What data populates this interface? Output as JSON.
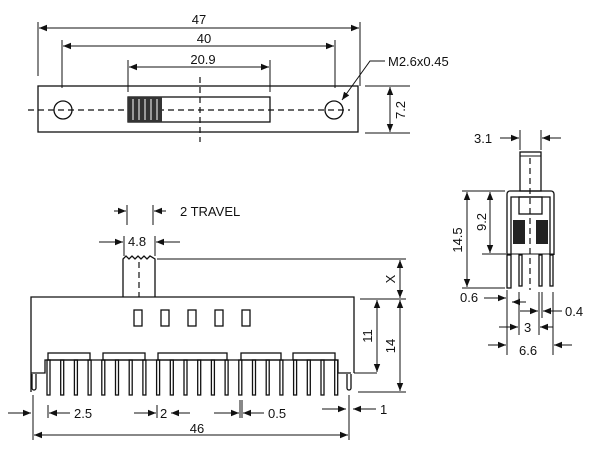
{
  "top_view": {
    "dim_overall": "47",
    "dim_holes": "40",
    "dim_slot": "20.9",
    "dim_height": "7.2",
    "hole_callout": "M2.6x0.45"
  },
  "front_view": {
    "travel": "2 TRAVEL",
    "dim_actuator": "4.8",
    "dim_x": "X",
    "dim_11": "11",
    "dim_14": "14",
    "dim_pitch": "2.5",
    "dim_gap": "2",
    "dim_pin": "0.5",
    "dim_tab": "1",
    "dim_overall": "46"
  },
  "side_view": {
    "dim_actuator": "3.1",
    "dim_overall_height": "14.5",
    "dim_body_height": "9.2",
    "dim_tab": "0.6",
    "dim_pin": "0.4",
    "dim_row": "3",
    "dim_width": "6.6"
  }
}
